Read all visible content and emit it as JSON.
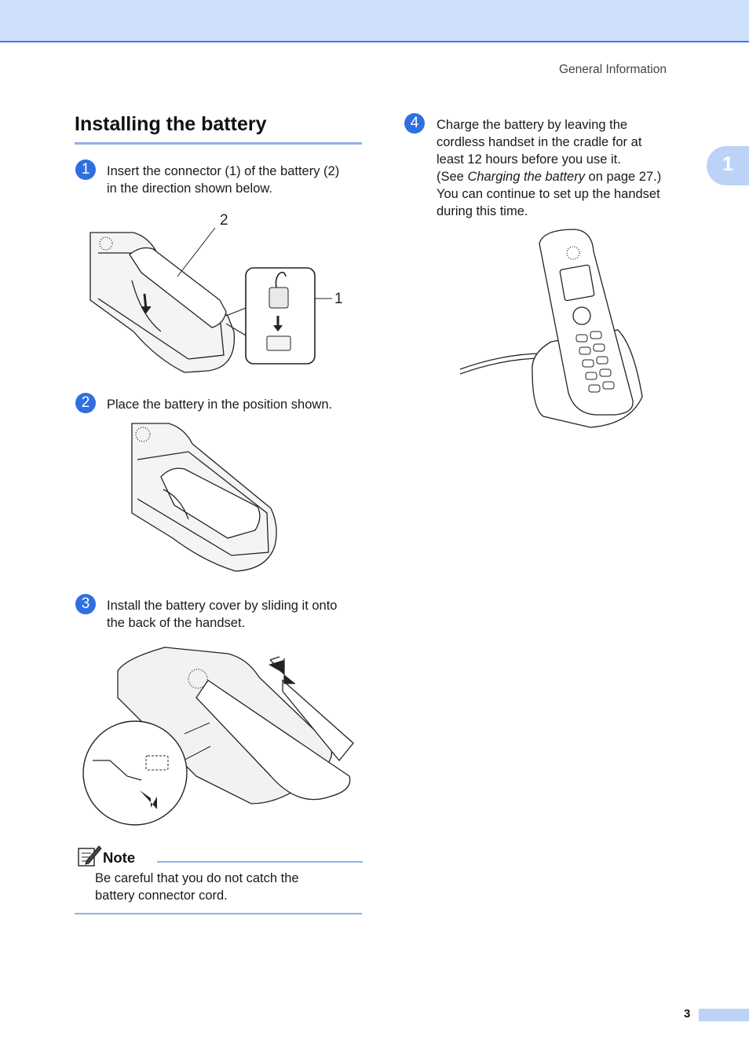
{
  "header": {
    "running_title": "General Information",
    "chapter_number": "1"
  },
  "section": {
    "title": "Installing the battery"
  },
  "steps": [
    {
      "number": "1",
      "lines": [
        "Insert the connector (1) of the battery (2)",
        "in the direction shown below."
      ]
    },
    {
      "number": "2",
      "lines": [
        "Place the battery in the position shown."
      ]
    },
    {
      "number": "3",
      "lines": [
        "Install the battery cover by sliding it onto",
        "the back of the handset."
      ]
    },
    {
      "number": "4",
      "lines": [
        "Charge the battery by leaving the",
        "cordless handset in the cradle for at",
        "least 12 hours before you use it."
      ],
      "ref": {
        "prefix": "(See ",
        "italic": "Charging the battery",
        "suffix": " on page 27.)"
      },
      "after": [
        "You can continue to set up the handset",
        "during this time."
      ]
    }
  ],
  "figure1": {
    "callout_battery": "2",
    "callout_connector": "1"
  },
  "note": {
    "label": "Note",
    "lines": [
      "Be careful that you do not catch the",
      "battery connector cord."
    ]
  },
  "footer": {
    "page_number": "3"
  },
  "colors": {
    "accent": "#2f6fe0",
    "rule": "#8fb0e8",
    "tab": "#bcd3f7",
    "band": "#cfe0fb"
  }
}
